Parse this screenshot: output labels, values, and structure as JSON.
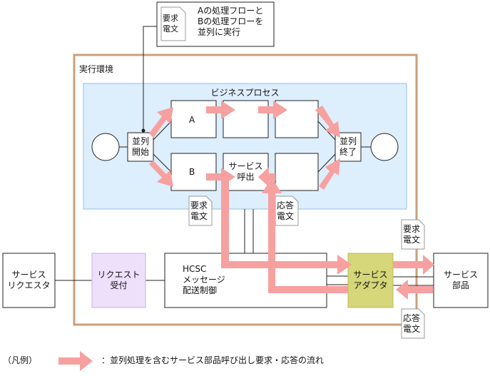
{
  "note": {
    "doc_label": "要求\n電文",
    "text": "Aの処理フローと\nBの処理フローを\n並列に実行"
  },
  "environment": {
    "title": "実行環境"
  },
  "business_process": {
    "title": "ビジネスプロセス",
    "parallel_start": "並列\n開始",
    "parallel_end": "並列\n終了",
    "task_a": "A",
    "task_b": "B",
    "service_call": "サービス\n呼出"
  },
  "messages": {
    "request_inner": "要求\n電文",
    "response_inner": "応答\n電文",
    "request_outer": "要求\n電文",
    "response_outer": "応答\n電文"
  },
  "components": {
    "requester": "サービス\nリクエスタ",
    "request_reception": "リクエスト\n受付",
    "hcsc_routing": "HCSC\nメッセージ\n配送制御",
    "service_adapter": "サービス\nアダプタ",
    "service_part": "サービス\n部品"
  },
  "legend": {
    "prefix": "（凡例）",
    "description": "：並列処理を含むサービス部品呼び出し要求・応答の流れ"
  },
  "colors": {
    "arrow": "#f7a0a0",
    "bp_area": "#ddeefc",
    "env_border": "#c9a07a",
    "request_reception": "#eee0fb",
    "service_adapter": "#d6d67a"
  }
}
